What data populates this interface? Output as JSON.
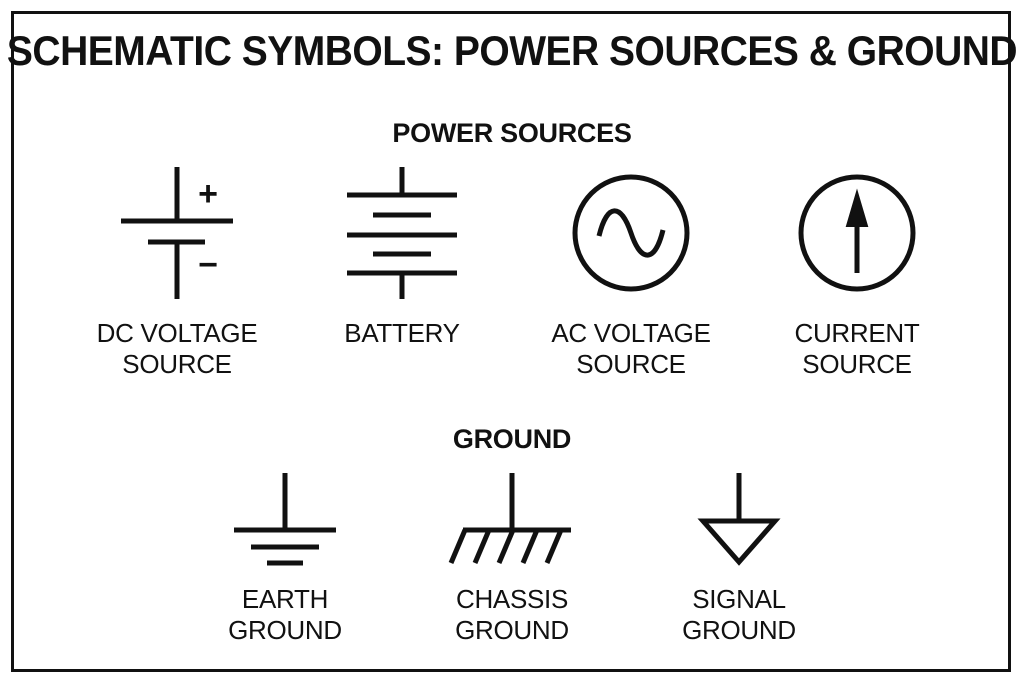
{
  "title": "SCHEMATIC SYMBOLS: POWER SOURCES & GROUND",
  "sections": {
    "power": {
      "heading": "POWER SOURCES",
      "items": [
        {
          "icon": "dc-voltage-source-icon",
          "line1": "DC VOLTAGE",
          "line2": "SOURCE",
          "plus": "+",
          "minus": "−"
        },
        {
          "icon": "battery-icon",
          "line1": "BATTERY",
          "line2": ""
        },
        {
          "icon": "ac-voltage-source-icon",
          "line1": "AC VOLTAGE",
          "line2": "SOURCE"
        },
        {
          "icon": "current-source-icon",
          "line1": "CURRENT",
          "line2": "SOURCE"
        }
      ]
    },
    "ground": {
      "heading": "GROUND",
      "items": [
        {
          "icon": "earth-ground-icon",
          "line1": "EARTH",
          "line2": "GROUND"
        },
        {
          "icon": "chassis-ground-icon",
          "line1": "CHASSIS",
          "line2": "GROUND"
        },
        {
          "icon": "signal-ground-icon",
          "line1": "SIGNAL",
          "line2": "GROUND"
        }
      ]
    }
  },
  "colors": {
    "ink": "#111111",
    "background": "#ffffff"
  }
}
